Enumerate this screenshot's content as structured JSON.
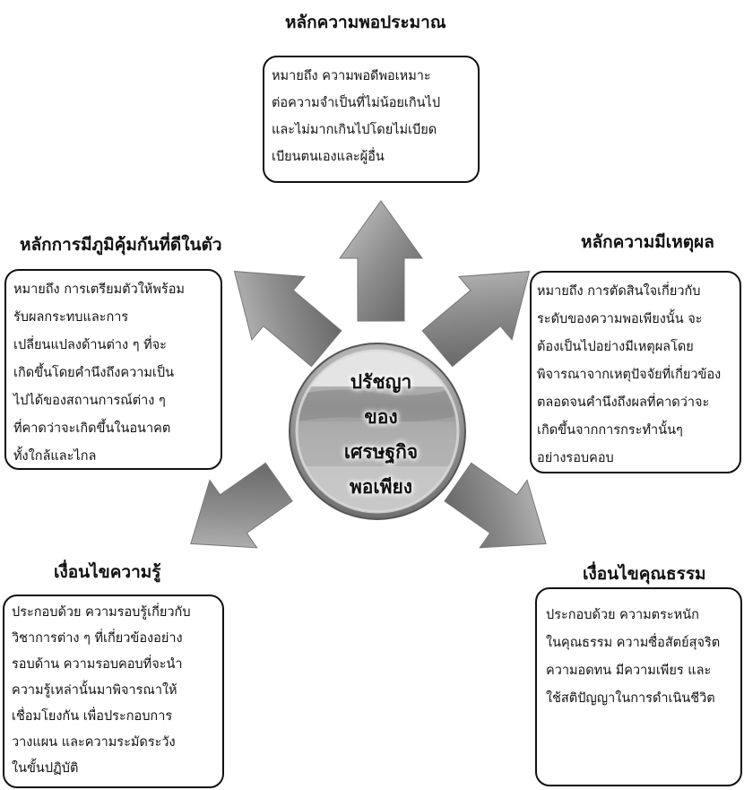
{
  "diagram": {
    "center": {
      "lines": [
        "ปรัชญา",
        "ของ",
        "เศรษฐกิจ",
        "พอเพียง"
      ]
    },
    "top": {
      "heading": "หลักความพอประมาณ",
      "lines": [
        "หมายถึง ความพอดีพอเหมาะ",
        "ต่อความจำเป็นที่ไม่น้อยเกินไป",
        "และไม่มากเกินไปโดยไม่เบียด",
        "เบียนตนเองและผู้อื่น"
      ]
    },
    "left": {
      "heading": "หลักการมีภูมิคุ้มกันที่ดีในตัว",
      "lines": [
        "หมายถึง การเตรียมตัวให้พร้อม",
        "รับผลกระทบและการ",
        "เปลี่ยนแปลงด้านต่าง ๆ ที่จะ",
        "เกิดขึ้นโดยคำนึงถึงความเป็น",
        "ไปได้ของสถานการณ์ต่าง ๆ",
        "ที่คาดว่าจะเกิดขึ้นในอนาคต",
        "ทั้งใกล้และไกล"
      ]
    },
    "right": {
      "heading": "หลักความมีเหตุผล",
      "lines": [
        "หมายถึง การตัดสินใจเกี่ยวกับ",
        "ระดับของความพอเพียงนั้น จะ",
        "ต้องเป็นไปอย่างมีเหตุผลโดย",
        "พิจารณาจากเหตุปัจจัยที่เกี่ยวข้อง",
        "ตลอดจนคำนึงถึงผลที่คาดว่าจะ",
        "เกิดขึ้นจากการกระทำนั้นๆ",
        "อย่างรอบคอบ"
      ]
    },
    "bottom_left": {
      "heading": "เงื่อนไขความรู้",
      "lines": [
        "ประกอบด้วย ความรอบรู้เกี่ยวกับ",
        "วิชาการต่าง ๆ ที่เกี่ยวข้องอย่าง",
        "รอบด้าน ความรอบคอบที่จะนำ",
        "ความรู้เหล่านั้นมาพิจารณาให้",
        "เชื่อมโยงกัน เพื่อประกอบการ",
        "วางแผน และความระมัดระวัง",
        "ในขั้นปฏิบัติ"
      ]
    },
    "bottom_right": {
      "heading": "เงื่อนไขคุณธรรม",
      "lines": [
        "ประกอบด้วย ความตระหนัก",
        "ในคุณธรรม ความซื่อสัตย์สุจริต",
        "ความอดทน มีความเพียร และ",
        "ใช้สติปัญญาในการดำเนินชีวิต"
      ]
    }
  }
}
